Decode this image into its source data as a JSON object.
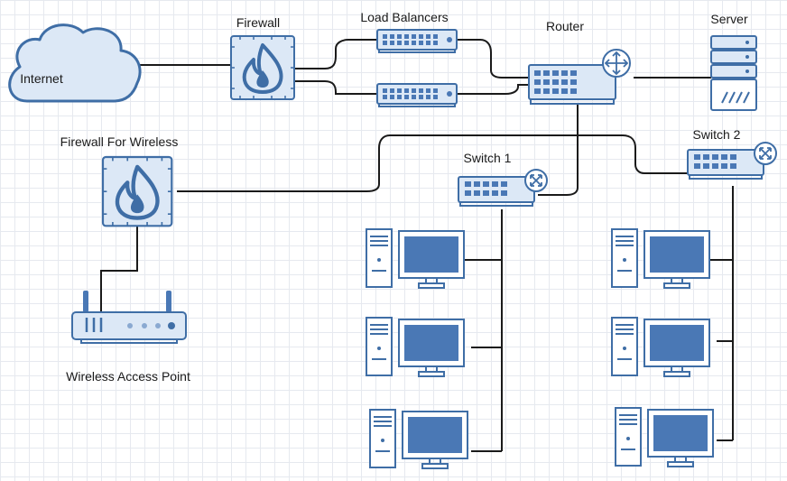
{
  "labels": {
    "internet": "Internet",
    "firewall": "Firewall",
    "load_balancers": "Load Balancers",
    "router": "Router",
    "server": "Server",
    "firewall_wireless": "Firewall For Wireless",
    "switch1": "Switch 1",
    "switch2": "Switch 2",
    "wap": "Wireless Access Point"
  },
  "colors": {
    "stroke": "#3f6ea6",
    "fill_light": "#dce8f6",
    "fill_dark": "#4a78b5",
    "cable": "#1a1a1a"
  },
  "icons": {
    "cloud": "cloud-icon",
    "firewall": "firewall-icon",
    "load_balancer": "load-balancer-icon",
    "router": "router-icon",
    "server": "server-icon",
    "switch": "switch-icon",
    "computer": "computer-icon",
    "wireless_access_point": "wireless-access-point-icon"
  }
}
